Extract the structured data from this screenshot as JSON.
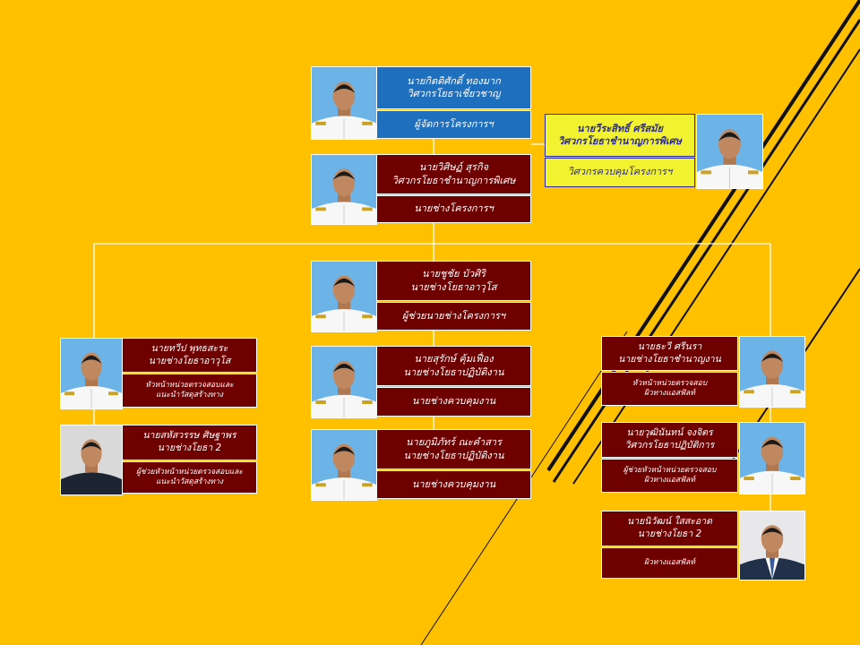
{
  "colors": {
    "background": "#FFC000",
    "card_blue": "#1F6FBF",
    "card_maroon": "#6E0000",
    "card_yellow": "#F2F230",
    "connector": "#FFFFFF"
  },
  "people": {
    "p1": {
      "name": "นายกิตติศักดิ์   ทองมาก",
      "title": "วิศวกรโยธาเชี่ยวชาญ",
      "role": "ผู้จัดการโครงการฯ"
    },
    "p2": {
      "name": "นายวีระสิทธิ์  ศรีสมัย",
      "title": "วิศวกรโยธาชำนาญการพิเศษ",
      "role": "วิศวกรควบคุมโครงการฯ"
    },
    "p3": {
      "name": "นายวิศิษฏ์  สุรกิจ",
      "title": "วิศวกรโยธาชำนาญการพิเศษ",
      "role": "นายช่างโครงการฯ"
    },
    "p4": {
      "name": "นายชูชัย  บัวศิริ",
      "title": "นายช่างโยธาอาวุโส",
      "role": "ผู้ช่วยนายช่างโครงการฯ"
    },
    "p5": {
      "name": "นายสุรักษ์  คุ้มเฟื่อง",
      "title": "นายช่างโยธาปฏิบัติงาน",
      "role": "นายช่างควบคุมงาน"
    },
    "p6": {
      "name": "นายภูมิภัทร์  ณะคำสาร",
      "title": "นายช่างโยธาปฏิบัติงาน",
      "role": "นายช่างควบคุมงาน"
    },
    "p7": {
      "name": "นายทวีป  พุทธสะระ",
      "title": "นายช่างโยธาอาวุโส",
      "role_line1": "หัวหน้าหน่วยตรวจสอบและ",
      "role_line2": "แนะนำวัสดุสร้างทาง"
    },
    "p8": {
      "name": "นายสหัสวรรษ  ศิษฐาพร",
      "title": "นายช่างโยธา 2",
      "role_line1": "ผู้ช่วยหัวหน้าหน่วยตรวจสอบและ",
      "role_line2": "แนะนำวัสดุสร้างทาง"
    },
    "p9": {
      "name": "นายธะวี  ศรีนรา",
      "title": "นายช่างโยธาชำนาญงาน",
      "role_line1": "หัวหน้าหน่วยตรวจสอบ",
      "role_line2": "ผิวทางแอสฟัลท์"
    },
    "p10": {
      "name": "นายวุฒินันทน์  จงจิตร",
      "title": "วิศวกรโยธาปฏิบัติการ",
      "role_line1": "ผู้ช่วยหัวหน้าหน่วยตรวจสอบ",
      "role_line2": "ผิวทางแอสฟัลท์"
    },
    "p11": {
      "name": "นายนิวัฒน์  ใสสะอาด",
      "title": "นายช่างโยธา 2",
      "role": "ผิวทางแอสฟัลท์"
    }
  }
}
